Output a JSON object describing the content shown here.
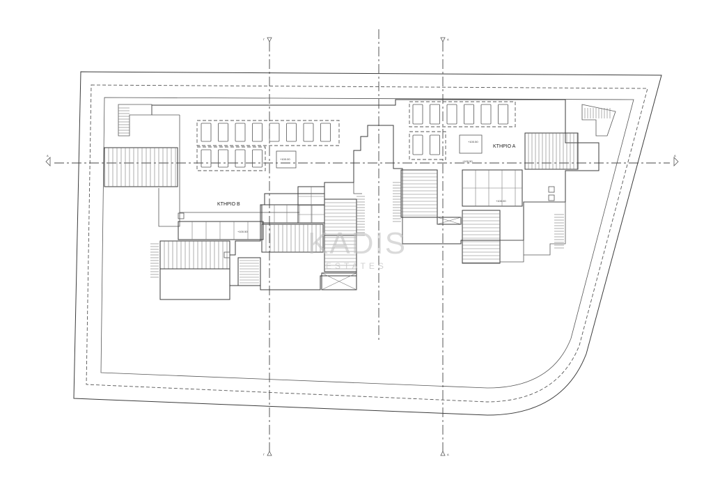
{
  "labels": {
    "building_a": "ΚΤΗΡΙΟ Α",
    "building_b": "ΚΤΗΡΙΟ Β"
  },
  "section_marks": {
    "gamma_top": "Γ",
    "delta_top": "Δ",
    "gamma_bottom": "Γ",
    "delta_bottom": "Δ",
    "a_left": "A",
    "a_right": "A"
  },
  "level_tags": {
    "tag1": "+100.00",
    "tag2": "+100.50",
    "tag3": "+100.50",
    "tag4": "+100.00",
    "tag5": "+100.50"
  },
  "watermark": {
    "logo": "KADIS",
    "subtitle": "ESTATES"
  },
  "colors": {
    "line": "#3a3a3a",
    "watermark": "#bdbdbd"
  }
}
